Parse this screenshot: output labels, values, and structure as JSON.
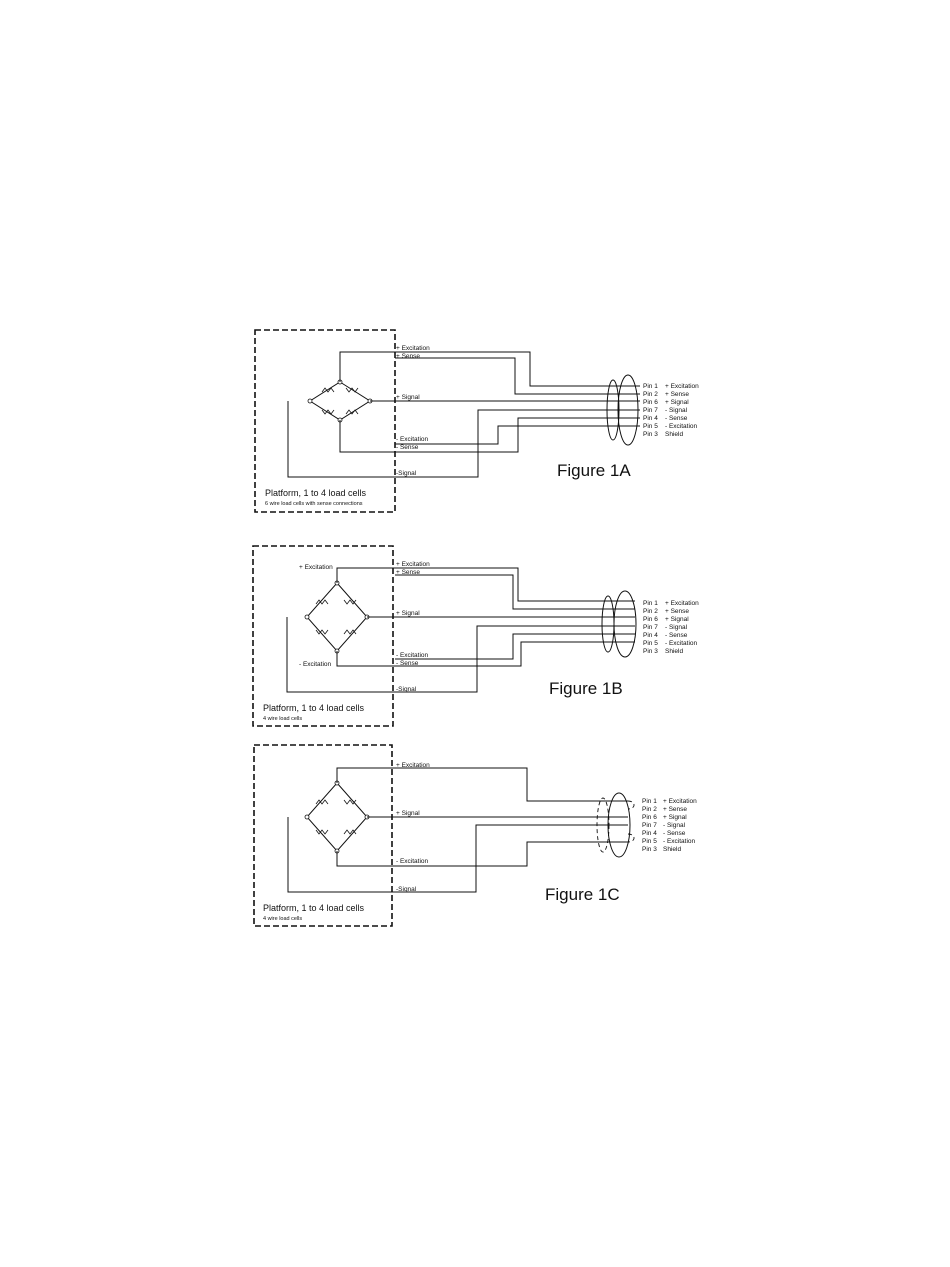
{
  "figures": [
    {
      "id": "1A",
      "caption": "Figure 1A",
      "platform_title": "Platform, 1 to 4 load cells",
      "platform_subtitle": "6 wire load cells with sense connections",
      "bridge_labels": [],
      "wire_labels": [
        "+ Excitation",
        "+ Sense",
        "+ Signal",
        "- Excitation",
        "- Sense",
        "-Signal"
      ],
      "pins": [
        {
          "pin": "Pin 1",
          "name": "+ Excitation"
        },
        {
          "pin": "Pin 2",
          "name": "+ Sense"
        },
        {
          "pin": "Pin 6",
          "name": "+ Signal"
        },
        {
          "pin": "Pin 7",
          "name": "- Signal"
        },
        {
          "pin": "Pin 4",
          "name": "- Sense"
        },
        {
          "pin": "Pin 5",
          "name": "- Excitation"
        },
        {
          "pin": "Pin 3",
          "name": "Shield"
        }
      ]
    },
    {
      "id": "1B",
      "caption": "Figure 1B",
      "platform_title": "Platform, 1 to 4 load cells",
      "platform_subtitle": "4 wire load cells",
      "bridge_labels": [
        "+ Excitation",
        "- Excitation"
      ],
      "wire_labels": [
        "+ Excitation",
        "+ Sense",
        "+ Signal",
        "- Excitation",
        "- Sense",
        "-Signal"
      ],
      "pins": [
        {
          "pin": "Pin 1",
          "name": "+ Excitation"
        },
        {
          "pin": "Pin 2",
          "name": "+ Sense"
        },
        {
          "pin": "Pin 6",
          "name": "+ Signal"
        },
        {
          "pin": "Pin 7",
          "name": "- Signal"
        },
        {
          "pin": "Pin 4",
          "name": "- Sense"
        },
        {
          "pin": "Pin 5",
          "name": "- Excitation"
        },
        {
          "pin": "Pin 3",
          "name": "Shield"
        }
      ]
    },
    {
      "id": "1C",
      "caption": "Figure 1C",
      "platform_title": "Platform, 1 to 4 load cells",
      "platform_subtitle": "4 wire load cells",
      "bridge_labels": [],
      "wire_labels": [
        "+ Excitation",
        "+ Signal",
        "- Excitation",
        "-Signal"
      ],
      "pins": [
        {
          "pin": "Pin 1",
          "name": "+ Excitation"
        },
        {
          "pin": "Pin 2",
          "name": "+ Sense"
        },
        {
          "pin": "Pin 6",
          "name": "+ Signal"
        },
        {
          "pin": "Pin 7",
          "name": "- Signal"
        },
        {
          "pin": "Pin 4",
          "name": "- Sense"
        },
        {
          "pin": "Pin 5",
          "name": "- Excitation"
        },
        {
          "pin": "Pin 3",
          "name": "Shield"
        }
      ]
    }
  ]
}
